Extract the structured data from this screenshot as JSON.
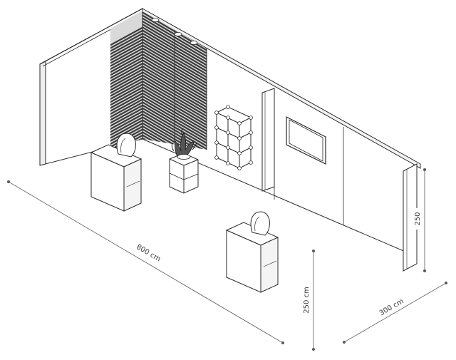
{
  "dimensions": {
    "length": "800 cm",
    "depth": "300 cm",
    "height_front": "250 cm",
    "height_side": "250"
  },
  "colors": {
    "line": "#2a2a2a",
    "slat_dark": "#3b3b3b",
    "slat_light": "#d8d8d8",
    "wall_fill": "#ffffff",
    "dimension_line": "#6a6a6a"
  },
  "icons": {
    "chair": "chair-icon",
    "plant": "plant-icon",
    "screen": "tv-screen-icon"
  }
}
